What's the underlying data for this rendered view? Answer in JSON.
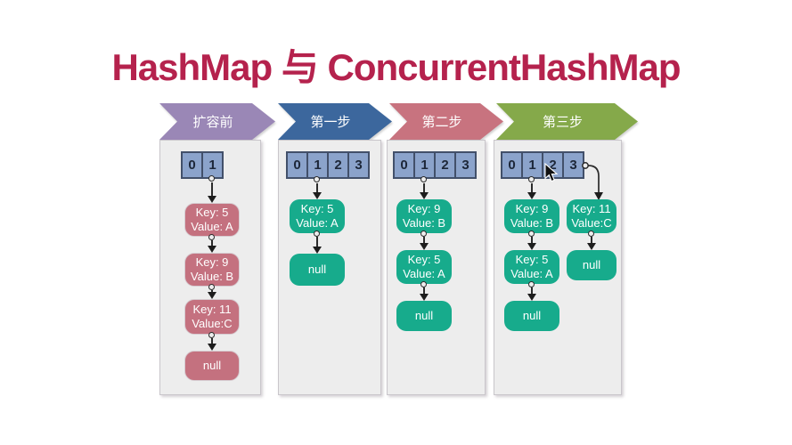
{
  "title": "HashMap 与 ConcurrentHashMap",
  "colors": {
    "title": "#b5224d",
    "banner_before": "#9a87b6",
    "banner_step1": "#3c679d",
    "banner_step2": "#c8737f",
    "banner_step3": "#85a94a",
    "bucket_cell": "#8ba3cb",
    "node_pink": "#c4717f",
    "node_green": "#17ab8c",
    "panel_bg": "#ededed"
  },
  "icons": {
    "mouse_cursor": "arrow-pointer"
  },
  "columns": [
    {
      "header": {
        "label": "扩容前"
      },
      "array_cells": [
        "0",
        "1"
      ],
      "chains": [
        {
          "from_cell": "1",
          "nodes": [
            {
              "line1": "Key: 5",
              "line2": "Value: A"
            },
            {
              "line1": "Key: 9",
              "line2": "Value: B"
            },
            {
              "line1": "Key: 11",
              "line2": "Value:C"
            },
            {
              "line1": "null"
            }
          ]
        }
      ]
    },
    {
      "header": {
        "label": "第一步"
      },
      "array_cells": [
        "0",
        "1",
        "2",
        "3"
      ],
      "chains": [
        {
          "from_cell": "1",
          "nodes": [
            {
              "line1": "Key: 5",
              "line2": "Value: A"
            },
            {
              "line1": "null"
            }
          ]
        }
      ]
    },
    {
      "header": {
        "label": "第二步"
      },
      "array_cells": [
        "0",
        "1",
        "2",
        "3"
      ],
      "chains": [
        {
          "from_cell": "1",
          "nodes": [
            {
              "line1": "Key: 9",
              "line2": "Value: B"
            },
            {
              "line1": "Key: 5",
              "line2": "Value: A"
            },
            {
              "line1": "null"
            }
          ]
        }
      ]
    },
    {
      "header": {
        "label": "第三步"
      },
      "array_cells": [
        "0",
        "1",
        "2",
        "3"
      ],
      "chains": [
        {
          "from_cell": "1",
          "nodes": [
            {
              "line1": "Key: 9",
              "line2": "Value: B"
            },
            {
              "line1": "Key: 5",
              "line2": "Value: A"
            },
            {
              "line1": "null"
            }
          ]
        },
        {
          "from_cell": "3",
          "nodes": [
            {
              "line1": "Key: 11",
              "line2": "Value:C"
            },
            {
              "line1": "null"
            }
          ]
        }
      ]
    }
  ]
}
